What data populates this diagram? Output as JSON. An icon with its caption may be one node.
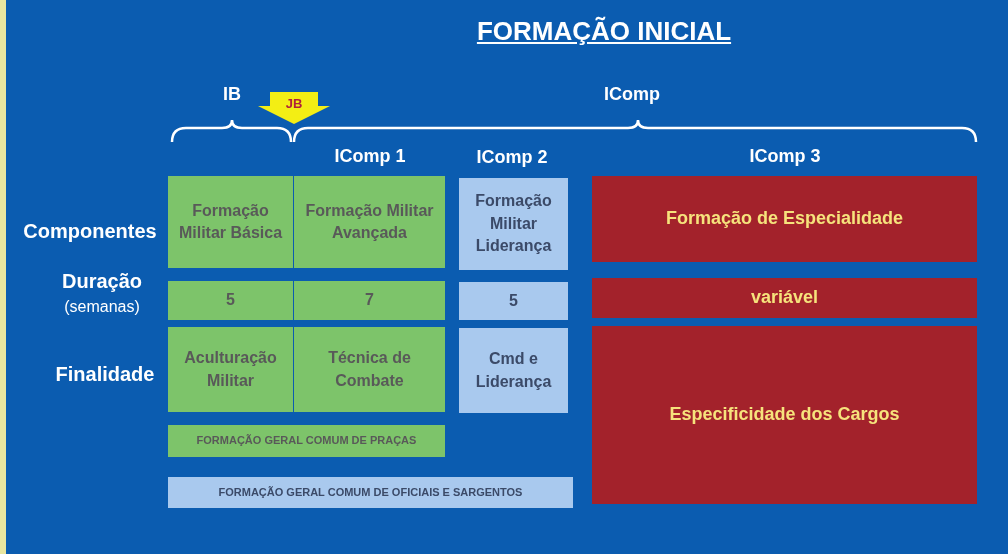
{
  "diagram": {
    "title": "FORMAÇÃO INICIAL",
    "nodes": [
      {
        "text": [
          "JB"
        ]
      },
      {
        "text": [
          "Formação Militar Básica"
        ]
      },
      {
        "text": [
          "Formação Militar Avançada"
        ]
      },
      {
        "text": [
          "Formação Militar Liderança"
        ]
      },
      {
        "text": [
          "Formação de Especialidade"
        ]
      },
      {
        "text": [
          "5"
        ]
      },
      {
        "text": [
          "7"
        ]
      },
      {
        "text": [
          "5"
        ]
      },
      {
        "text": [
          "variável"
        ]
      },
      {
        "text": [
          "Aculturação Militar"
        ]
      },
      {
        "text": [
          "Técnica de Combate"
        ]
      },
      {
        "text": [
          "Cmd e Liderança"
        ]
      },
      {
        "text": [
          "Especificidade dos Cargos"
        ]
      },
      {
        "text": [
          "FORMAÇÃO GERAL COMUM DE PRAÇAS"
        ]
      },
      {
        "text": [
          "FORMAÇÃO GERAL COMUM DE OFICIAIS E SARGENTOS"
        ]
      }
    ],
    "labels": [
      "IB",
      "IComp",
      "IComp 1",
      "IComp 2",
      "IComp 3",
      "Componentes",
      "Duração",
      "(semanas)",
      "Finalidade"
    ]
  }
}
